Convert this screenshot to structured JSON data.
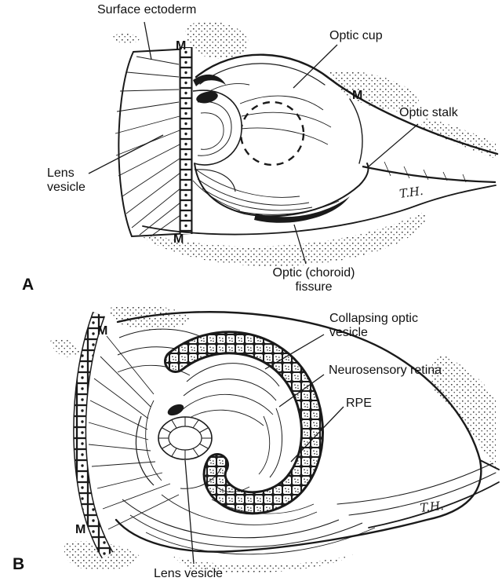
{
  "figure": {
    "background": "#ffffff",
    "ink_color": "#1a1a1a",
    "panel_a": {
      "letter": "A",
      "surface_ectoderm": "Surface ectoderm",
      "optic_cup": "Optic cup",
      "optic_stalk": "Optic stalk",
      "lens_vesicle_line1": "Lens",
      "lens_vesicle_line2": "vesicle",
      "optic_fissure_line1": "Optic (choroid)",
      "optic_fissure_line2": "fissure",
      "mesenchyme_top": "M",
      "mesenchyme_right": "M",
      "mesenchyme_bottom": "M",
      "artist_signature": "T.H."
    },
    "panel_b": {
      "letter": "B",
      "collapsing_optic_vesicle_line1": "Collapsing optic",
      "collapsing_optic_vesicle_line2": "vesicle",
      "neurosensory_retina": "Neurosensory retina",
      "rpe": "RPE",
      "lens_vesicle": "Lens vesicle",
      "mesenchyme_top": "M",
      "mesenchyme_bottom": "M",
      "artist_signature": "T.H."
    }
  }
}
